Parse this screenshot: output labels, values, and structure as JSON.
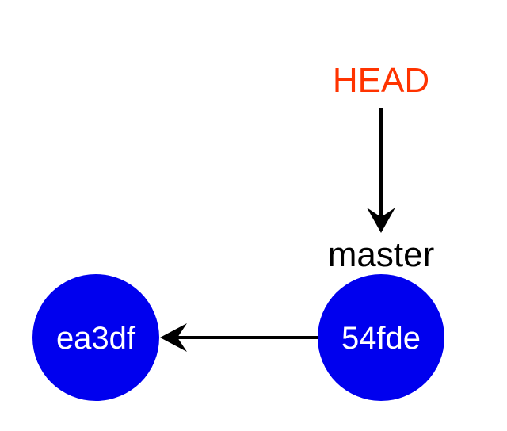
{
  "head": {
    "label": "HEAD",
    "color": "#ff3300"
  },
  "branch": {
    "label": "master",
    "color": "#000000"
  },
  "commits": [
    {
      "id": "ea3df",
      "color": "#0000ee",
      "text_color": "#ffffff"
    },
    {
      "id": "54fde",
      "color": "#0000ee",
      "text_color": "#ffffff"
    }
  ],
  "arrow_color": "#000000"
}
